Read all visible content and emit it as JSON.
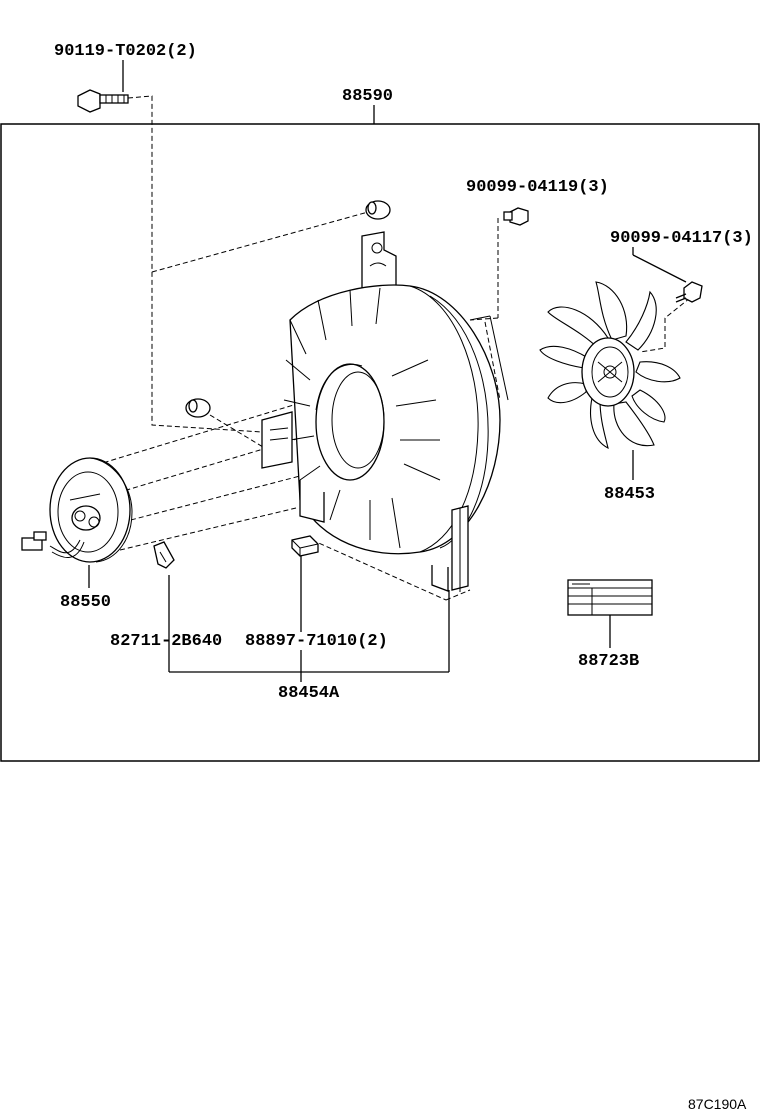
{
  "labels": {
    "bolt_top": "90119-T0202(2)",
    "shroud": "88590",
    "nut_a": "90099-04119(3)",
    "nut_b": "90099-04117(3)",
    "fan": "88453",
    "motor": "88550",
    "clip_a": "82711-2B640",
    "clip_b": "88897-71010(2)",
    "sub_assy": "88454A",
    "caution_label": "88723B"
  },
  "diagram_code": "87C190A"
}
